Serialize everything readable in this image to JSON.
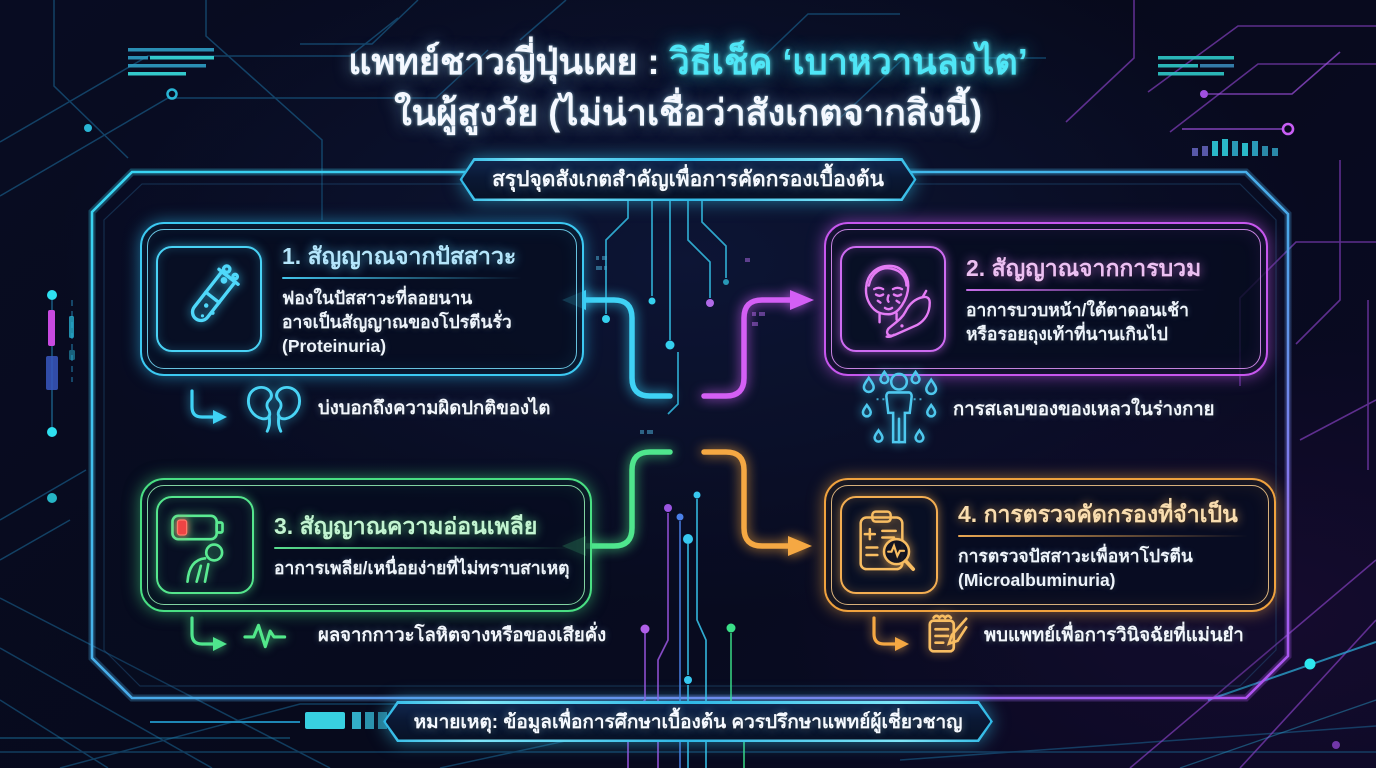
{
  "title": {
    "line1_plain": "แพทย์ชาวญี่ปุ่นเผย : ",
    "line1_accent": "วิธีเช็ค ‘เบาหวานลงไต’",
    "line2": "ในผู้สูงวัย (ไม่น่าเชื่อว่าสังเกตจากสิ่งนี้)"
  },
  "summary_badge": {
    "label": "สรุปจุดสังเกตสำคัญเพื่อการคัดกรองเบื้องต้น"
  },
  "cards": [
    {
      "title": "1. สัญญาณจากปัสสาวะ",
      "body_lines": [
        "ฟองในปัสสาวะที่ลอยนาน",
        "อาจเป็นสัญญาณของโปรตีนรั่ว",
        "(Proteinuria)"
      ],
      "icon": "test-tube-icon",
      "accent": "#3cc9f2",
      "note": {
        "icon": "kidney-icon",
        "text": "บ่งบอกถึงความผิดปกติของไต"
      }
    },
    {
      "title": "2. สัญญาณจากการบวม",
      "body_lines": [
        "อาการบวบหน้า/ใต้ตาดอนเช้า",
        "หรือรอยถุงเท้าที่นานเกินไป"
      ],
      "icon": "face-foot-swelling-icon",
      "accent": "#c757ee",
      "note": {
        "icon": "body-fluid-drops-icon",
        "text": "การสเลบของของเหลวในร่างกาย"
      }
    },
    {
      "title": "3. สัญญาณความอ่อนเพลีย",
      "body_lines": [
        "อาการเพลีย/เหนื่อยง่ายที่ไม่ทราบสาเหตุ"
      ],
      "icon": "low-battery-fatigue-icon",
      "accent": "#49df83",
      "note": {
        "icon": "pulse-line-icon",
        "text": "ผลจากกาวะโลหิตจางหรือของเสียคั่ง"
      }
    },
    {
      "title": "4. การตรวจคัดกรองที่จำเป็น",
      "body_lines": [
        "การตรวจปัสสาวะเพื่อหาโปรตีน",
        "(Microalbuminuria)"
      ],
      "icon": "clipboard-screening-icon",
      "accent": "#f0a23e",
      "note": {
        "icon": "medical-note-icon",
        "text": "พบแพทย์เพื่อการวินิจฉัยที่แม่นยำ"
      }
    }
  ],
  "footer": {
    "label": "หมายเหตุ: ข้อมูลเพื่อการศึกษาเบื้องต้น ควรปรึกษาแพทย์ผู้เชี่ยวชาญ"
  },
  "colors": {
    "background": "#070b1c",
    "cyan": "#3cc9f2",
    "magenta": "#c757ee",
    "green": "#49df83",
    "orange": "#f0a23e",
    "title_accent": "#4fe6f6",
    "panel_border_start": "#38d6f2",
    "panel_border_end": "#b44ff0",
    "battery_warning_red": "#ef4444"
  }
}
